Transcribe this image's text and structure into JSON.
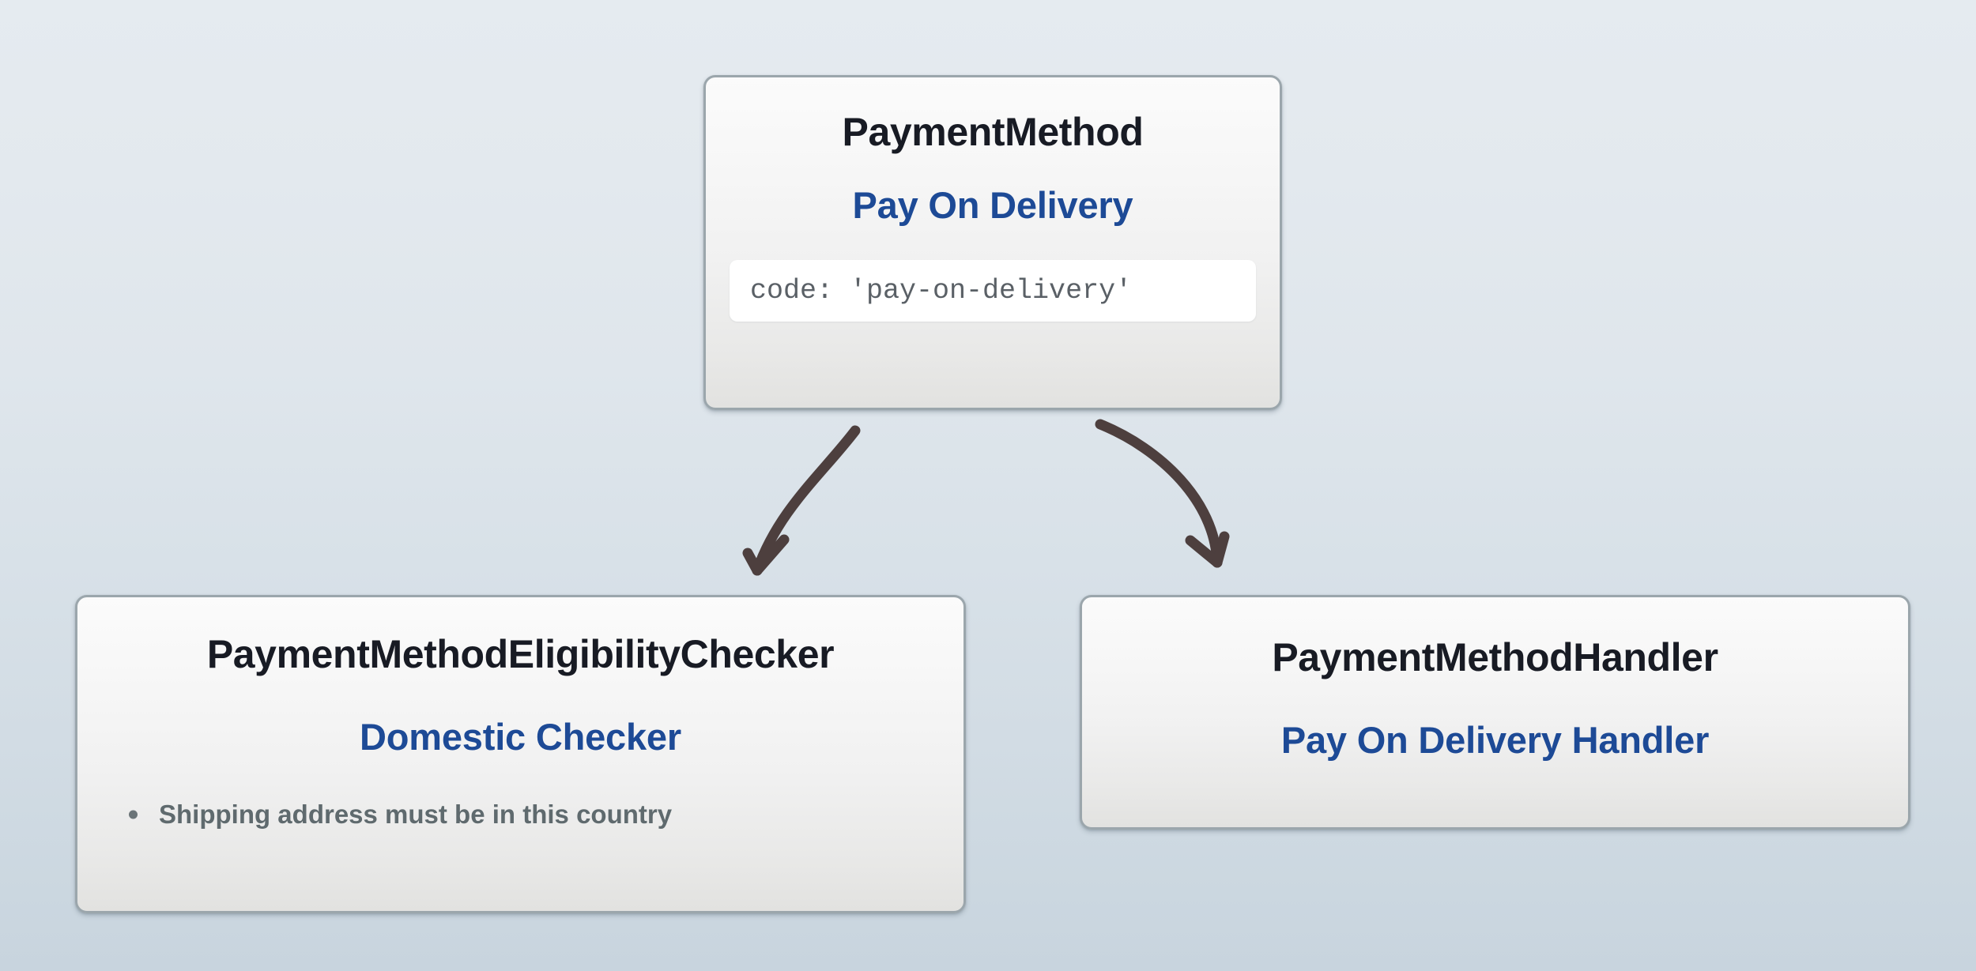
{
  "diagram": {
    "background_top_color": "#e5ebf0",
    "background_bottom_color": "#c8d4de",
    "node_border_color": "#9ba6ac",
    "title_color": "#181b24",
    "subtitle_color": "#1d4a96",
    "detail_text_color": "#5f6a6e",
    "code_text_color": "#5a6066",
    "arrow_color": "#4d3f3e"
  },
  "nodes": {
    "root": {
      "class_name": "PaymentMethod",
      "instance_name": "Pay On Delivery",
      "code": "code: 'pay-on-delivery'"
    },
    "checker": {
      "class_name": "PaymentMethodEligibilityChecker",
      "instance_name": "Domestic Checker",
      "details": [
        "Shipping address must be in this country"
      ]
    },
    "handler": {
      "class_name": "PaymentMethodHandler",
      "instance_name": "Pay On Delivery Handler"
    }
  },
  "edges": [
    {
      "from": "root",
      "to": "checker",
      "style": "curved-arrow"
    },
    {
      "from": "root",
      "to": "handler",
      "style": "curved-arrow"
    }
  ]
}
